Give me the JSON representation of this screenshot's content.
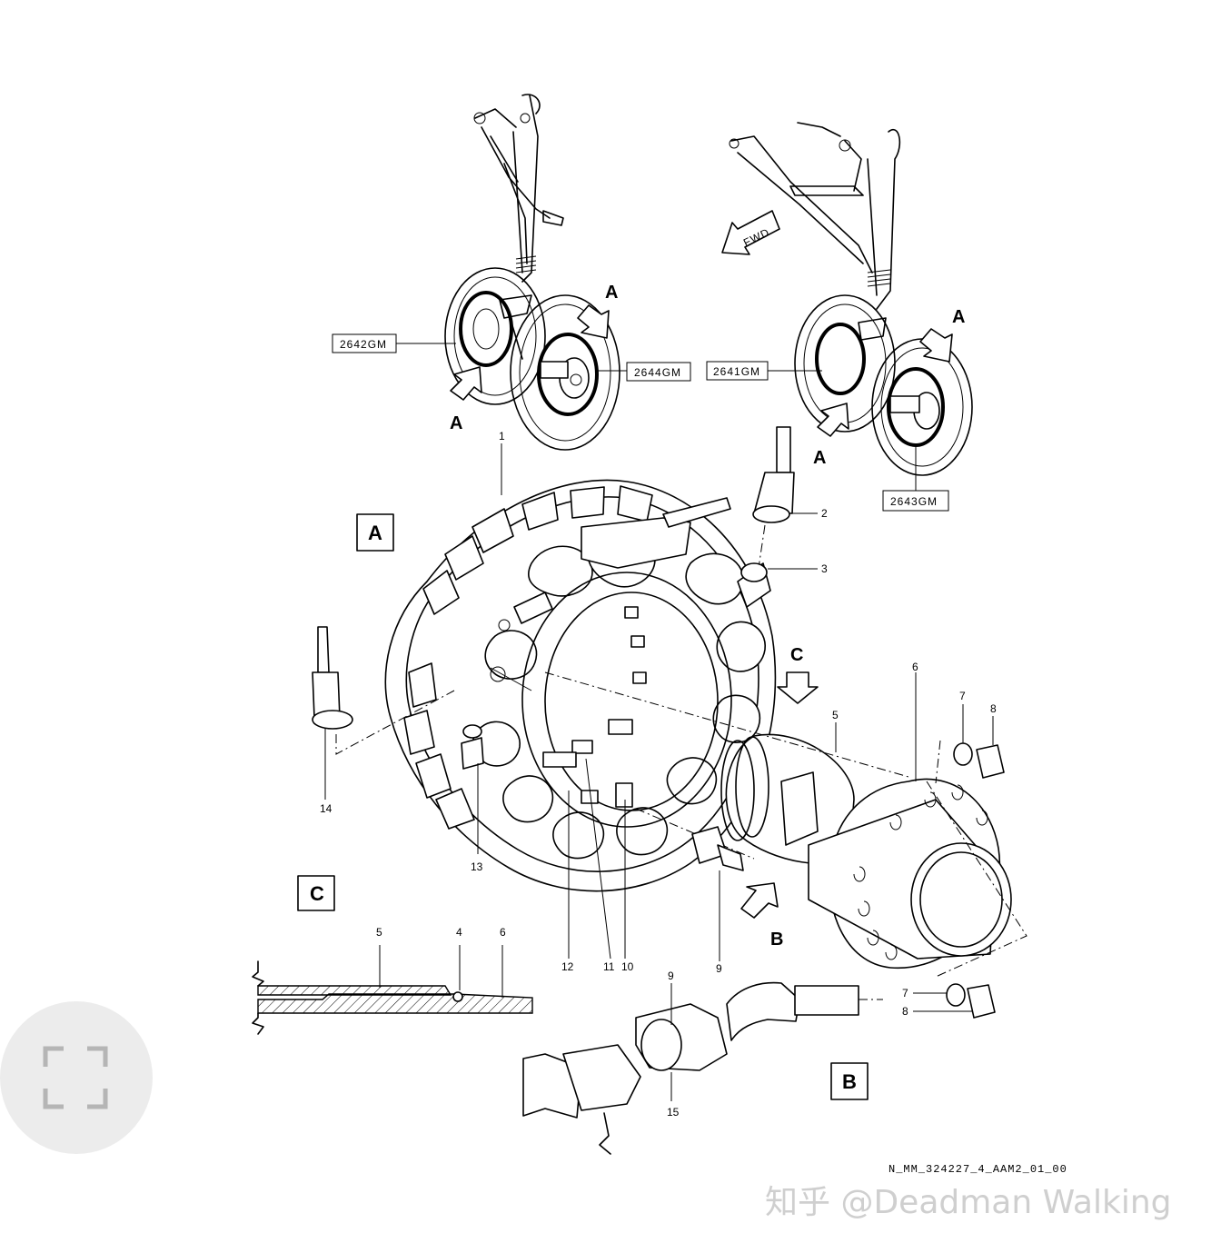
{
  "tags": {
    "top_left_left": "2642GM",
    "top_left_right": "2644GM",
    "top_right_left": "2641GM",
    "top_right_bottom": "2643GM"
  },
  "arrows": {
    "a": "A",
    "b": "B",
    "c": "C"
  },
  "fwd": "FWD",
  "views": {
    "a": "A",
    "b": "B",
    "c": "C"
  },
  "items": {
    "n1": "1",
    "n2": "2",
    "n3": "3",
    "n4": "4",
    "n5": "5",
    "n5b": "5",
    "n6": "6",
    "n6b": "6",
    "n7": "7",
    "n7b": "7",
    "n8": "8",
    "n8b": "8",
    "n9": "9",
    "n9b": "9",
    "n10": "10",
    "n11": "11",
    "n12": "12",
    "n13": "13",
    "n14": "14",
    "n15": "15"
  },
  "figure_ref": "N_MM_324227_4_AAM2_01_00",
  "watermark": "知乎 @Deadman Walking",
  "fullscreen": {
    "icon": "fullscreen-icon"
  }
}
